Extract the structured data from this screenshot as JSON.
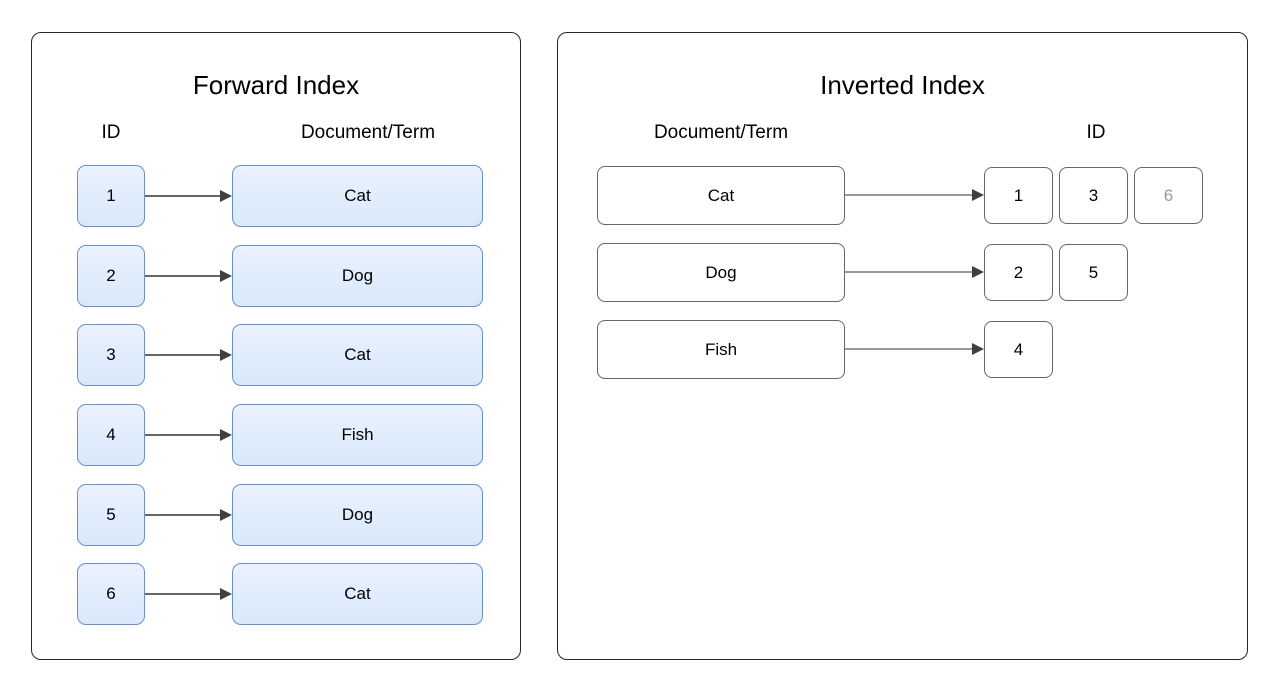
{
  "forward_index": {
    "title": "Forward Index",
    "id_header": "ID",
    "term_header": "Document/Term",
    "rows": [
      {
        "id": "1",
        "term": "Cat"
      },
      {
        "id": "2",
        "term": "Dog"
      },
      {
        "id": "3",
        "term": "Cat"
      },
      {
        "id": "4",
        "term": "Fish"
      },
      {
        "id": "5",
        "term": "Dog"
      },
      {
        "id": "6",
        "term": "Cat"
      }
    ]
  },
  "inverted_index": {
    "title": "Inverted Index",
    "term_header": "Document/Term",
    "id_header": "ID",
    "rows": [
      {
        "term": "Cat",
        "ids": [
          {
            "value": "1",
            "muted": false
          },
          {
            "value": "3",
            "muted": false
          },
          {
            "value": "6",
            "muted": true
          }
        ]
      },
      {
        "term": "Dog",
        "ids": [
          {
            "value": "2",
            "muted": false
          },
          {
            "value": "5",
            "muted": false
          }
        ]
      },
      {
        "term": "Fish",
        "ids": [
          {
            "value": "4",
            "muted": false
          }
        ]
      }
    ]
  },
  "colors": {
    "blue_box_fill": "#d9e8fb",
    "blue_box_border": "#6a8fd0",
    "white_box_border": "#666666",
    "panel_border": "#262626",
    "forward_arrow_line": "#666666",
    "inverted_arrow_line": "#999999",
    "arrow_head": "#404040",
    "muted_id_text": "#999999"
  }
}
